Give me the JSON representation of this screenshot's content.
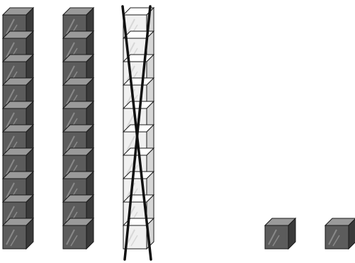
{
  "diagram": {
    "rods": [
      {
        "units": 10,
        "shaded": true,
        "crossed_out": false
      },
      {
        "units": 10,
        "shaded": true,
        "crossed_out": false
      },
      {
        "units": 10,
        "shaded": false,
        "crossed_out": true
      }
    ],
    "loose_units": 2,
    "colors": {
      "shaded_front": "#5c5c5c",
      "shaded_top": "#9a9a9a",
      "shaded_side": "#3a3a3a",
      "light_front": "#f0f0f0",
      "light_top": "#ffffff",
      "light_side": "#d6d6d6",
      "edge": "#1a1a1a",
      "cross": "#111111"
    }
  }
}
